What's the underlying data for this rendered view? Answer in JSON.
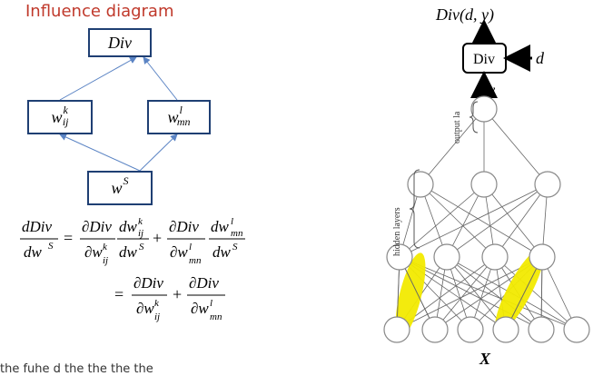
{
  "left": {
    "title": "Influence diagram",
    "boxes": {
      "div": "Div",
      "wk_base": "w",
      "wk_sup": "k",
      "wk_sub": "ij",
      "wl_base": "w",
      "wl_sup": "l",
      "wl_sub": "mn",
      "ws_base": "w",
      "ws_sup": "S"
    },
    "equation": {
      "lhs_num": "dDiv",
      "lhs_den": "dw",
      "lhs_den_sup": "S",
      "t1_num": "∂Div",
      "t1_den": "∂w",
      "t1_den_sup": "k",
      "t1_den_sub": "ij",
      "t1b_num": "dw",
      "t1b_num_sup": "k",
      "t1b_num_sub": "ij",
      "t1b_den": "dw",
      "t1b_den_sup": "S",
      "t2_num": "∂Div",
      "t2_den": "∂w",
      "t2_den_sup": "l",
      "t2_den_sub": "mn",
      "t2b_num": "dw",
      "t2b_num_sup": "l",
      "t2b_num_sub": "mn",
      "t2b_den": "dw",
      "t2b_den_sup": "S",
      "eq2_t1_num": "∂Div",
      "eq2_t1_den": "∂w",
      "eq2_t1_den_sup": "k",
      "eq2_t1_den_sub": "ij",
      "eq2_t2_num": "∂Div",
      "eq2_t2_den": "∂w",
      "eq2_t2_den_sup": "l",
      "eq2_t2_den_sub": "mn"
    },
    "bottom_text": "the fuhe d    the   the   the   the"
  },
  "right": {
    "output_label": "Div(d, y)",
    "div_box": "Div",
    "d_label": "d",
    "y_label": "y",
    "output_layer_label": "output la",
    "hidden_layers_label": "hidden layers",
    "x_label": "X",
    "highlight_color": "#f2ea00"
  }
}
